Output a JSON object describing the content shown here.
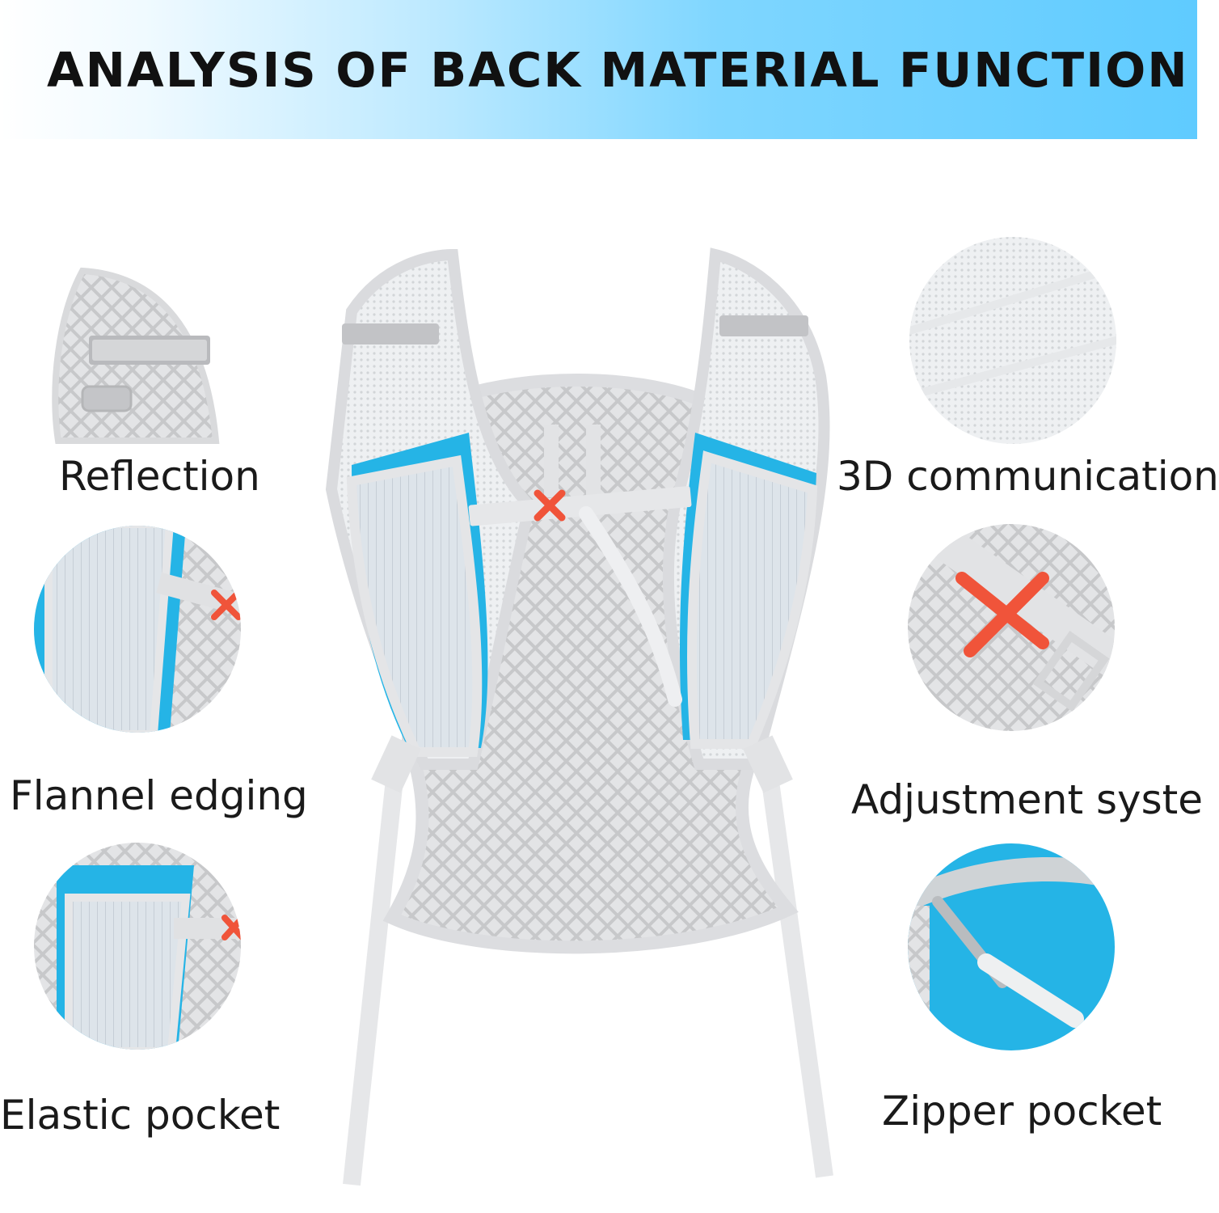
{
  "header": {
    "title": "ANALYSIS OF BACK MATERIAL FUNCTION"
  },
  "features": {
    "reflection": "Reflection",
    "flannel_edging": "Flannel edging",
    "elastic_pocket": "Elastic pocket",
    "communication_3d": "3D communication",
    "adjustment_system": "Adjustment syste",
    "zipper_pocket": "Zipper pocket"
  },
  "colors": {
    "accent_blue": "#25b4e6",
    "buckle_orange": "#f0543a",
    "mesh_gray": "#c9cacc",
    "banner_blue": "#5fcbff"
  }
}
